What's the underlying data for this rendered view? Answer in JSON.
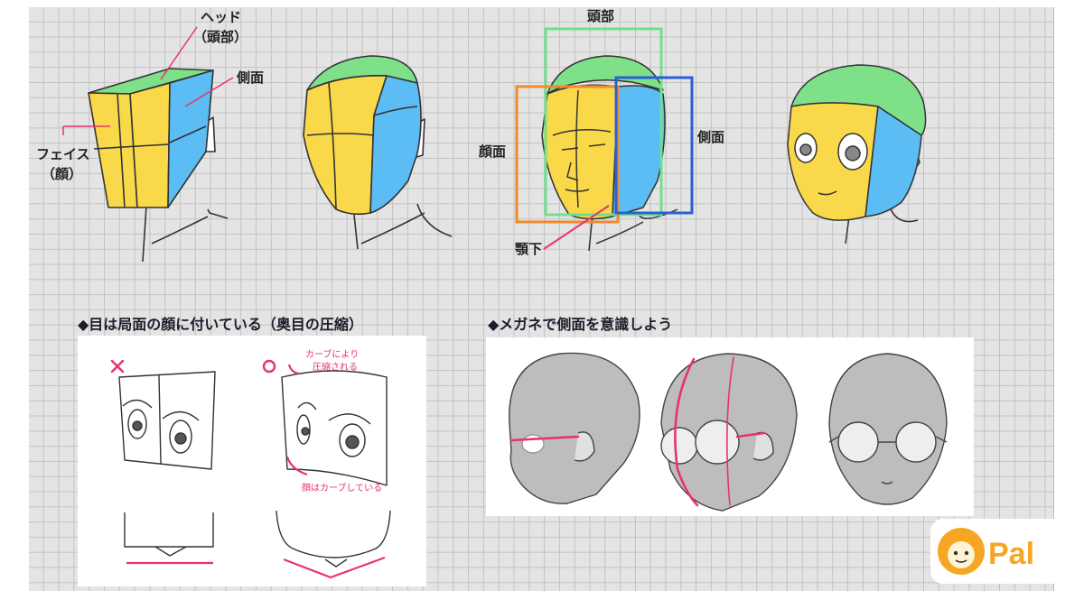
{
  "top_left_labels": {
    "head": "ヘッド",
    "head_paren": "（頭部）",
    "side": "側面",
    "face": "フェイス",
    "face_paren": "（顔）"
  },
  "top_right_labels": {
    "top": "頭部",
    "side": "側面",
    "face": "顔面",
    "chin": "顎下"
  },
  "section_eyes": {
    "title": "◆目は局面の顔に付いている（奥目の圧縮）",
    "wrong_mark": "×",
    "right_mark": "○",
    "note_curve_1": "カーブにより",
    "note_curve_2": "圧縮される",
    "note_bottom": "顔はカーブしている"
  },
  "section_glasses": {
    "title": "◆メガネで側面を意識しよう"
  },
  "logo": {
    "text": "Pal"
  },
  "colors": {
    "top_plane": "#7fe08a",
    "face_plane": "#f9d84a",
    "side_plane": "#5cbcf4",
    "accent_pink": "#e8336b",
    "box_green": "#6fe08f",
    "box_orange": "#f08a2b",
    "box_blue": "#2a5fd8",
    "logo_orange": "#f5a623"
  },
  "icons": [
    "pal-mascot-icon"
  ]
}
